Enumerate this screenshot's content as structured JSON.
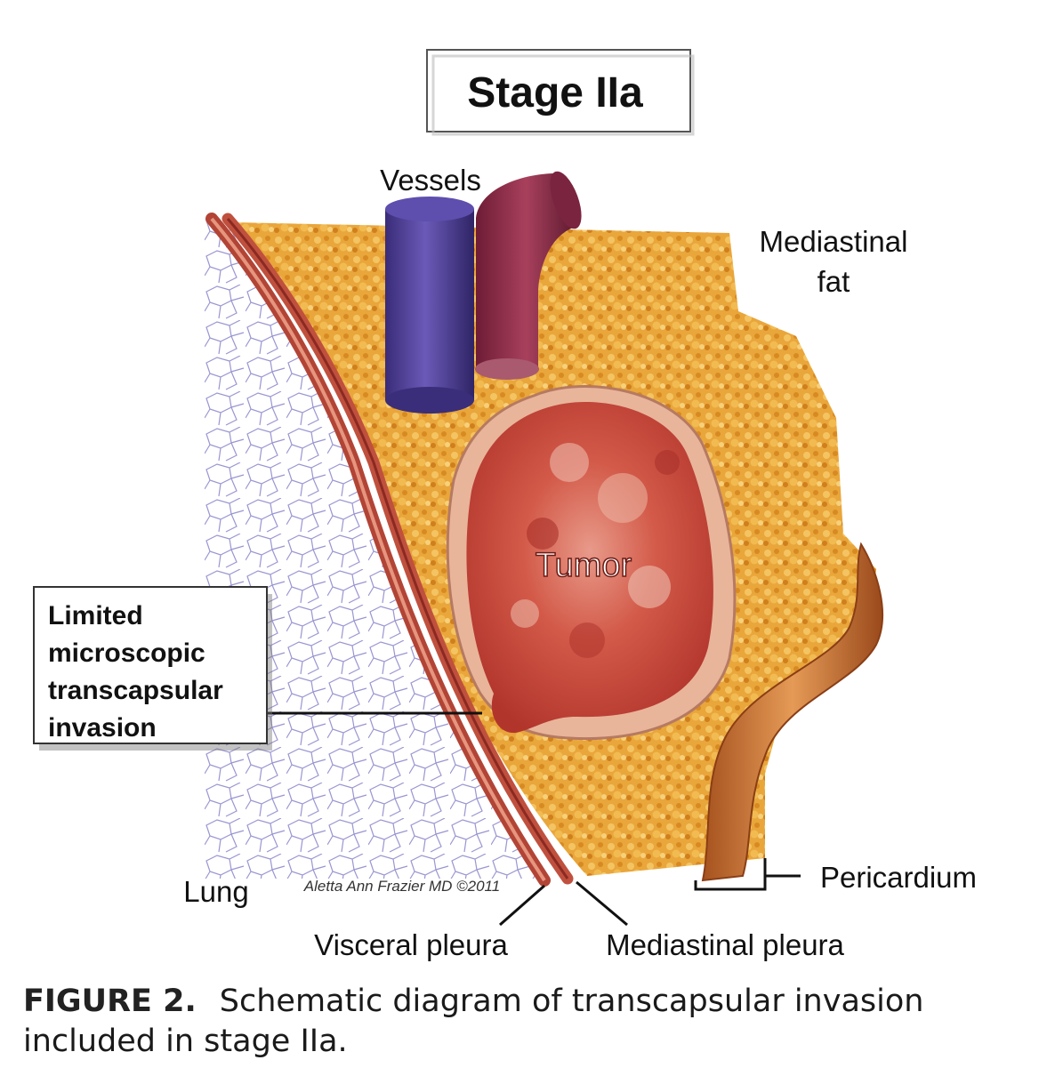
{
  "title": "Stage IIa",
  "labels": {
    "vessels": "Vessels",
    "mediastinal_fat_line1": "Mediastinal",
    "mediastinal_fat_line2": "fat",
    "tumor": "Tumor",
    "lung": "Lung",
    "visceral_pleura": "Visceral pleura",
    "mediastinal_pleura": "Mediastinal pleura",
    "pericardium": "Pericardium"
  },
  "callout": {
    "lines": [
      "Limited",
      "microscopic",
      "transcapsular",
      "invasion"
    ]
  },
  "signature": "Aletta Ann Frazier MD ©2011",
  "caption": {
    "figure_label": "FIGURE 2.",
    "text": "Schematic diagram of transcapsular invasion included in stage IIa."
  },
  "colors": {
    "fat": "#e8a53a",
    "tumor": "#c9453b",
    "capsule": "#e6b39a",
    "pleura": "#b5483a",
    "vessel_blue": "#4a3a8e",
    "vessel_red": "#8c2a46",
    "pericardium": "#c0702e",
    "lung_mesh": "#8a86c8"
  }
}
